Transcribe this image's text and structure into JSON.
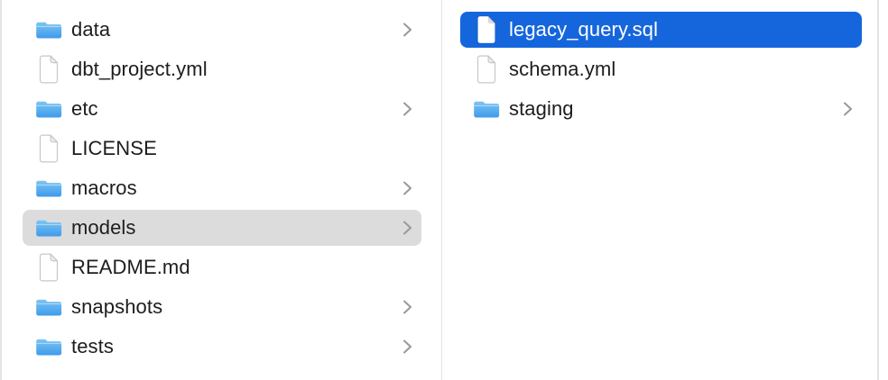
{
  "colors": {
    "selection_active": "#1566DC",
    "selection_inactive": "#DCDCDC",
    "text": "#1D1D1F",
    "selected_text": "#FFFFFF",
    "chevron": "#98989D",
    "divider": "#E4E4E4",
    "folder_top": "#7CC5F3",
    "folder_bottom": "#3E9BEA",
    "doc_border": "#C7C7C7",
    "doc_fold": "#EFEFEF",
    "doc_fold_selected": "#DDDDDD"
  },
  "icons": {
    "folder": "folder-icon",
    "file": "document-icon",
    "chevron": "chevron-right-icon"
  },
  "columns": [
    {
      "id": "parent",
      "items": [
        {
          "label": "data",
          "type": "folder",
          "chevron": true,
          "selected": "none"
        },
        {
          "label": "dbt_project.yml",
          "type": "file",
          "chevron": false,
          "selected": "none"
        },
        {
          "label": "etc",
          "type": "folder",
          "chevron": true,
          "selected": "none"
        },
        {
          "label": "LICENSE",
          "type": "file",
          "chevron": false,
          "selected": "none"
        },
        {
          "label": "macros",
          "type": "folder",
          "chevron": true,
          "selected": "none"
        },
        {
          "label": "models",
          "type": "folder",
          "chevron": true,
          "selected": "inactive"
        },
        {
          "label": "README.md",
          "type": "file",
          "chevron": false,
          "selected": "none"
        },
        {
          "label": "snapshots",
          "type": "folder",
          "chevron": true,
          "selected": "none"
        },
        {
          "label": "tests",
          "type": "folder",
          "chevron": true,
          "selected": "none"
        }
      ]
    },
    {
      "id": "child",
      "items": [
        {
          "label": "legacy_query.sql",
          "type": "file",
          "chevron": false,
          "selected": "active"
        },
        {
          "label": "schema.yml",
          "type": "file",
          "chevron": false,
          "selected": "none"
        },
        {
          "label": "staging",
          "type": "folder",
          "chevron": true,
          "selected": "none"
        }
      ]
    }
  ]
}
